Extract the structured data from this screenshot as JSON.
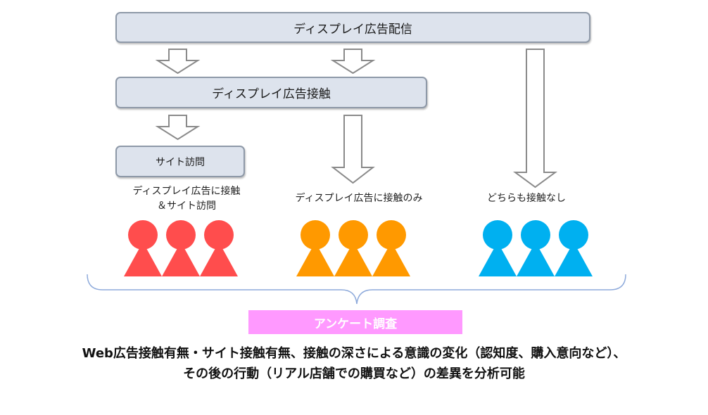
{
  "flow": {
    "delivery": "ディスプレイ広告配信",
    "contact": "ディスプレイ広告接触",
    "visit": "サイト訪問"
  },
  "groups": [
    {
      "line1": "ディスプレイ広告に接触",
      "line2": "＆サイト訪問",
      "color": "#ff4d4d"
    },
    {
      "line1": "ディスプレイ広告に接触のみ",
      "line2": "",
      "color": "#ff9900"
    },
    {
      "line1": "どちらも接触なし",
      "line2": "",
      "color": "#00b0f0"
    }
  ],
  "survey": {
    "label": "アンケート調査",
    "color": "#ff99ff"
  },
  "conclusion": {
    "line1": "Web広告接触有無・サイト接触有無、接触の深さによる意識の変化（認知度、購入意向など）、",
    "line2": "その後の行動（リアル店舗での購買など）の差異を分析可能"
  },
  "colors": {
    "box_fill": "#dde3ed",
    "box_border": "#8e99a8",
    "arrow": "#8a8a8a"
  }
}
